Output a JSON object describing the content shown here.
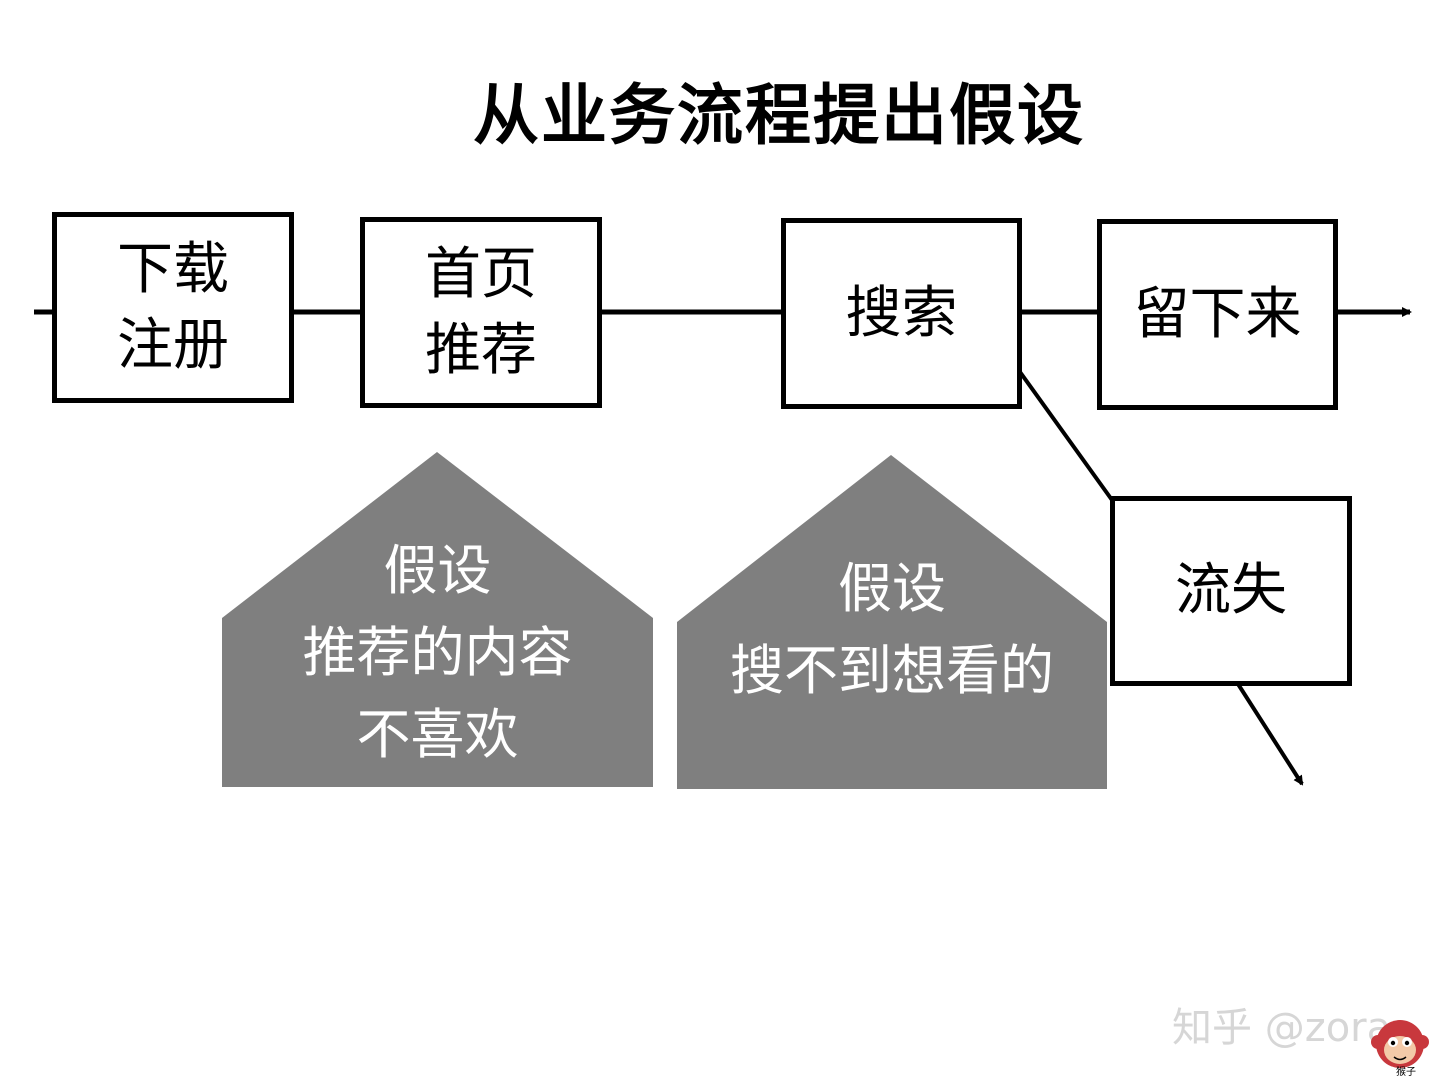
{
  "title": "从业务流程提出假设",
  "steps": {
    "download_register": "下载\n注册",
    "home_recommend": "首页\n推荐",
    "search": "搜索",
    "stay": "留下来",
    "churn": "流失"
  },
  "hypotheses": [
    {
      "text": "假设\n推荐的内容\n不喜欢"
    },
    {
      "text": "假设\n搜不到想看的"
    }
  ],
  "colors": {
    "box_border": "#000000",
    "hypothesis_fill": "#7f7f7f",
    "hypothesis_text": "#ffffff"
  },
  "watermark": {
    "text": "知乎 @zora",
    "mascot_label": "猴子",
    "mascot_icon": "monkey-icon"
  }
}
